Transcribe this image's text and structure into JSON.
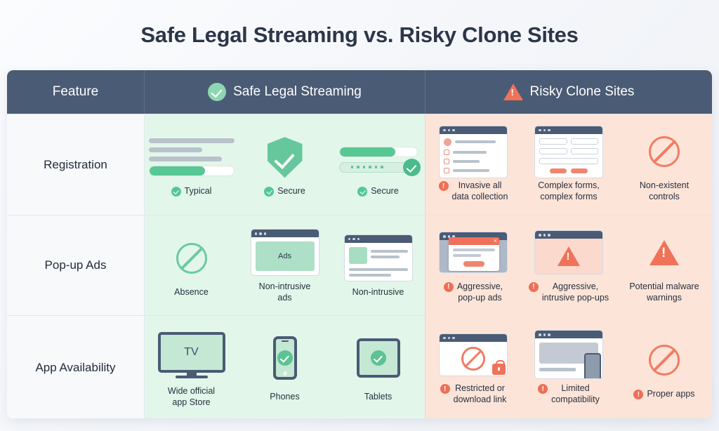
{
  "title": "Safe Legal Streaming vs. Risky Clone Sites",
  "colors": {
    "header_bg": "#4a5b75",
    "safe_cell_bg": "#e2f7ea",
    "risky_cell_bg": "#fde4d8",
    "feature_cell_bg": "#f7f9fb",
    "green_accent": "#54c79a",
    "red_accent": "#ee6f56",
    "title_color": "#2b3648"
  },
  "header": {
    "feature_label": "Feature",
    "safe_label": "Safe Legal Streaming",
    "safe_icon": "check-circle-icon",
    "risky_label": "Risky Clone Sites",
    "risky_icon": "warning-triangle-icon"
  },
  "rows": [
    {
      "feature": "Registration",
      "safe": [
        {
          "caption": "Typical",
          "icon": "check-circle-icon",
          "art": "form-with-progress-bar"
        },
        {
          "caption": "Secure",
          "icon": "check-circle-icon",
          "art": "shield-check"
        },
        {
          "caption": "Secure",
          "icon": "check-circle-icon",
          "art": "password-field-verified"
        }
      ],
      "risky": [
        {
          "caption": "Invasive all\ndata collection",
          "line1": "Invasive all",
          "line2": "data collection",
          "icon": "alert-circle-icon",
          "art": "browser-data-collection-form"
        },
        {
          "caption": "Complex forms,\ncomplex forms",
          "line1": "Complex forms,",
          "line2": "complex forms",
          "icon": "none",
          "art": "browser-complex-form"
        },
        {
          "caption": "Non-existent\ncontrols",
          "line1": "Non-existent",
          "line2": "controls",
          "icon": "none",
          "art": "ban-icon"
        }
      ]
    },
    {
      "feature": "Pop-up Ads",
      "safe": [
        {
          "caption": "Absence",
          "icon": "none",
          "art": "ban-icon-green"
        },
        {
          "caption": "Non-intrusive\nads",
          "line1": "Non-intrusive",
          "line2": "ads",
          "icon": "none",
          "art": "browser-ads-box",
          "art_label": "Ads"
        },
        {
          "caption": "Non-intrusive",
          "line1": "Non-intrusive",
          "line2": "",
          "icon": "none",
          "art": "browser-content-layout"
        }
      ],
      "risky": [
        {
          "caption": "Aggressive,\npop-up ads",
          "line1": "Aggressive,",
          "line2": "pop-up ads",
          "icon": "alert-circle-icon",
          "art": "browser-with-popup"
        },
        {
          "caption": "Aggressive,\nintrusive pop-ups",
          "line1": "Aggressive,",
          "line2": "intrusive pop-ups",
          "icon": "alert-circle-icon",
          "art": "browser-warning-triangle"
        },
        {
          "caption": "Potential malware\nwarnings",
          "line1": "Potential malware",
          "line2": "warnings",
          "icon": "none",
          "art": "warning-triangle-icon"
        }
      ]
    },
    {
      "feature": "App Availability",
      "safe": [
        {
          "caption": "Wide official\napp Store",
          "line1": "Wide official",
          "line2": "app Store",
          "icon": "none",
          "art": "tv-icon",
          "art_label": "TV"
        },
        {
          "caption": "Phones",
          "icon": "none",
          "art": "phone-check-icon"
        },
        {
          "caption": "Tablets",
          "icon": "none",
          "art": "tablet-check-icon"
        }
      ],
      "risky": [
        {
          "caption": "Restricted or\ndownload link",
          "line1": "Restricted or",
          "line2": "download link",
          "icon": "alert-circle-icon",
          "art": "browser-blocked-lock"
        },
        {
          "caption": "Limited\ncompatibility",
          "line1": "Limited",
          "line2": "compatibility",
          "icon": "alert-circle-icon",
          "art": "browser-phone-mismatch"
        },
        {
          "caption": "Proper apps",
          "line1": "Proper apps",
          "line2": "",
          "icon": "alert-circle-icon",
          "art": "ban-icon"
        }
      ]
    }
  ]
}
